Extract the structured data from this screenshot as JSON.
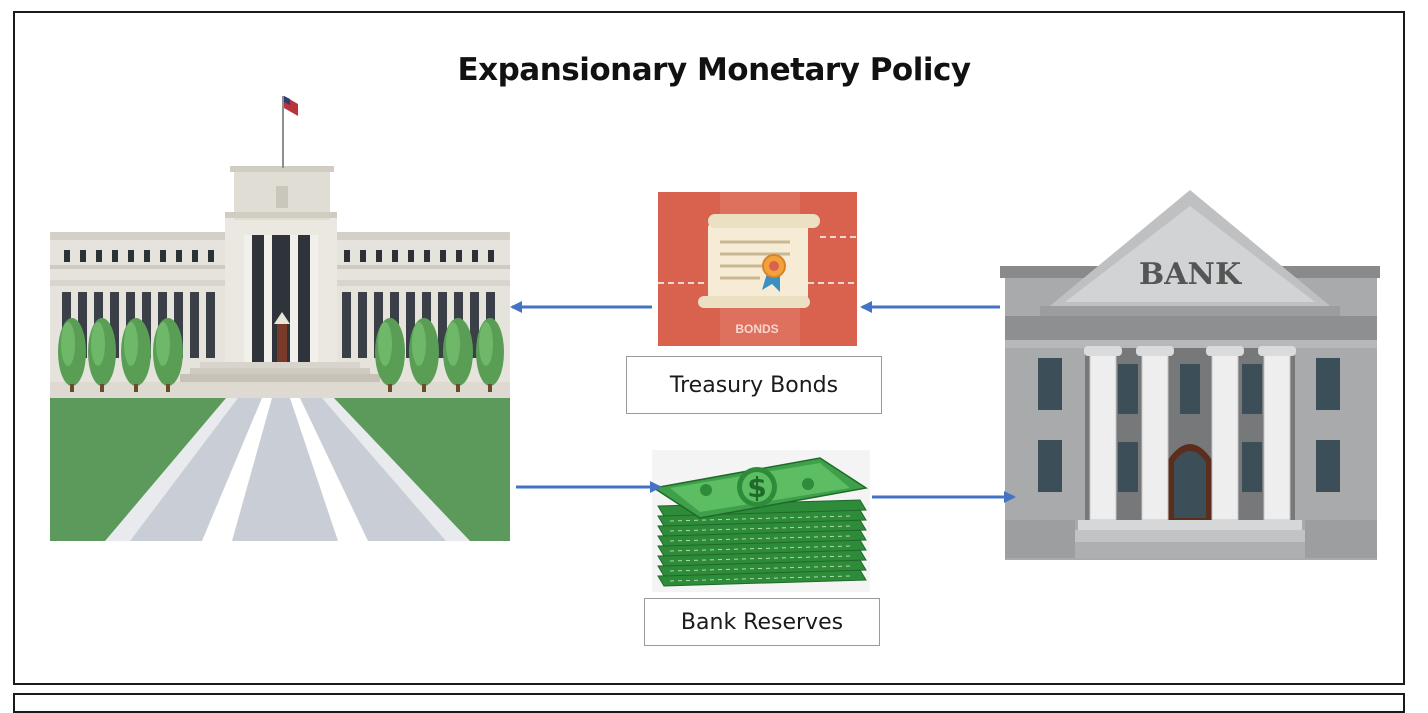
{
  "title": "Expansionary Monetary Policy",
  "labels": {
    "treasury_bonds": "Treasury Bonds",
    "bank_reserves": "Bank Reserves"
  },
  "icons": {
    "bonds_card_text": "BONDS",
    "bank_pediment_text": "BANK"
  },
  "colors": {
    "arrow": "#4472c4",
    "bond_card": "#d9624f",
    "money": "#2e8b3a",
    "grass": "#5b9a5b"
  }
}
